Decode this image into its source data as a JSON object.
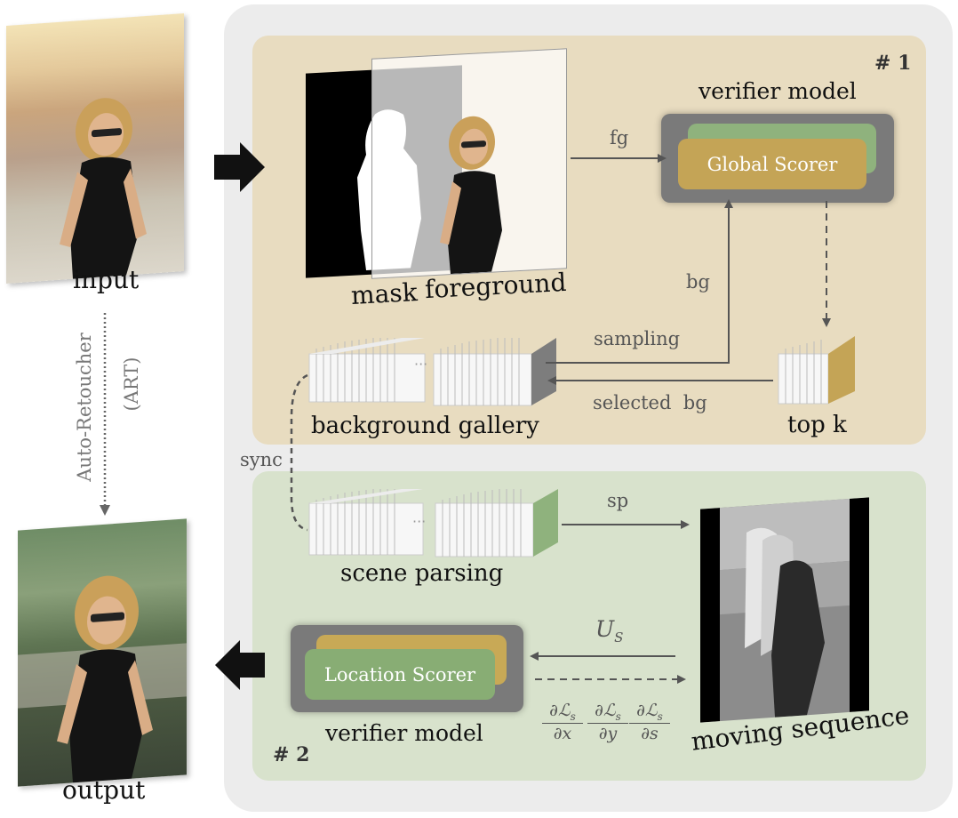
{
  "labels": {
    "input": "input",
    "output": "output",
    "art_name": "Auto-Retoucher",
    "art_abbr": "(ART)",
    "stage1": "# 1",
    "stage2": "# 2",
    "mask": "mask",
    "foreground": "foreground",
    "verifier_top": "verifier model",
    "verifier_bottom": "verifier model",
    "global_scorer": "Global Scorer",
    "location_scorer": "Location Scorer",
    "fg": "fg",
    "bg": "bg",
    "sampling": "sampling",
    "selected_bg": "selected  bg",
    "background_gallery": "background gallery",
    "top_k": "top k",
    "sync": "sync",
    "sp": "sp",
    "scene_parsing": "scene parsing",
    "moving_sequence": "moving sequence",
    "us": "U",
    "us_sub": "S",
    "dl_num": "∂ℒ",
    "dl_sub": "s",
    "dx": "∂x",
    "dy": "∂y",
    "ds": "∂s",
    "ellipsis": "···"
  },
  "colors": {
    "panel_top": "#e8dcc0",
    "panel_bottom": "#d8e2cc",
    "outer": "#ececec",
    "global_scorer": "#c4a456",
    "location_scorer": "#88ad74",
    "card_back_green": "#8fb27d",
    "card_back_gold": "#c8a956",
    "verifier_frame": "#7a7a7a"
  }
}
